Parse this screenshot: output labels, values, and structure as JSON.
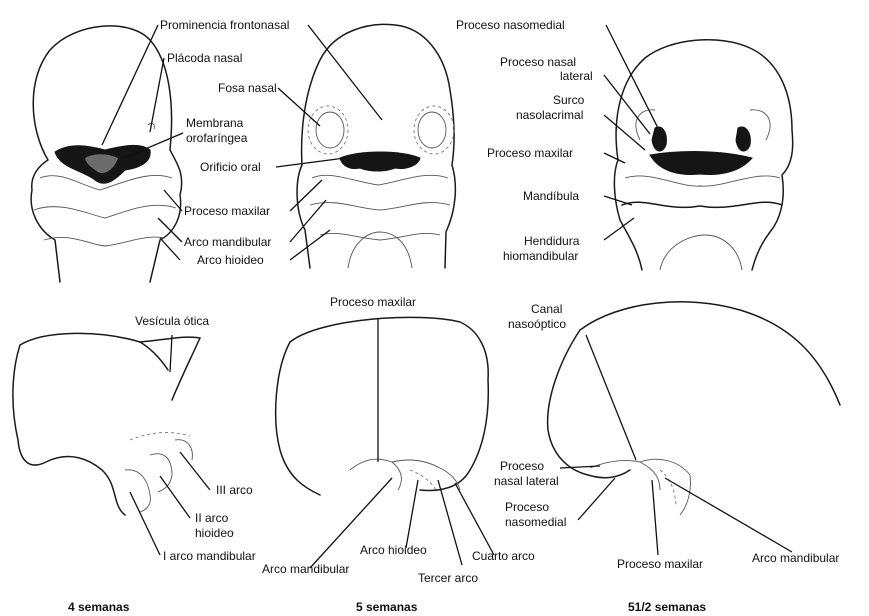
{
  "labels": {
    "prominencia_frontonasal": "Prominencia frontonasal",
    "placoda_nasal": "Plácoda nasal",
    "membrana_line1": "Membrana",
    "membrana_line2": "orofaríngea",
    "fosa_nasal": "Fosa nasal",
    "orificio_oral": "Orificio oral",
    "proceso_maxilar_top": "Proceso maxilar",
    "arco_mandibular_top": "Arco mandibular",
    "arco_hioideo_top": "Arco hioideo",
    "proceso_nasomedial_top": "Proceso nasomedial",
    "proceso_nasal_lateral_top_1": "Proceso nasal",
    "proceso_nasal_lateral_top_2": "lateral",
    "surco_1": "Surco",
    "surco_2": "nasolacrimal",
    "proceso_maxilar_right": "Proceso maxilar",
    "mandibula": "Mandíbula",
    "hendidura_1": "Hendidura",
    "hendidura_2": "hiomandibular",
    "vesicula_otica": "Vesícula ótica",
    "iii_arco": "III arco",
    "ii_arco_1": "II arco",
    "ii_arco_2": "hioideo",
    "i_arco": "I arco mandibular",
    "proceso_maxilar_mid": "Proceso maxilar",
    "arco_mandibular_mid": "Arco mandibular",
    "arco_hioideo_mid": "Arco hioideo",
    "tercer_arco": "Tercer arco",
    "cuarto_arco": "Cuarto arco",
    "canal_1": "Canal",
    "canal_2": "nasoóptico",
    "proceso_nasal_lateral_bottom_1": "Proceso",
    "proceso_nasal_lateral_bottom_2": "nasal lateral",
    "proceso_nasomedial_bottom_1": "Proceso",
    "proceso_nasomedial_bottom_2": "nasomedial",
    "proceso_maxilar_bottom": "Proceso maxilar",
    "arco_mandibular_bottom": "Arco mandibular"
  },
  "captions": {
    "week4": "4 semanas",
    "week5": "5 semanas",
    "week55": "51/2 semanas"
  }
}
